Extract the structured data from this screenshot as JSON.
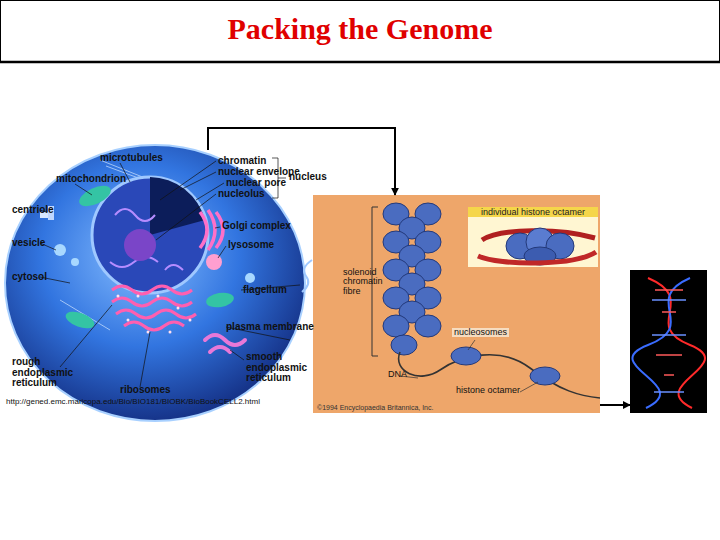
{
  "diagram": {
    "title": "Packing the Genome",
    "nodes": [
      {
        "text": [
          "http://gened.emc.maricopa.edu/Bio/BIO181/BIOBK/BioBookCELL2.html"
        ]
      },
      {
        "text": [
          "©1994 Encyclopaedia Britannica, Inc."
        ]
      },
      {
        "text": [
          "individual histone octamer"
        ],
        "in": 1
      },
      {
        "text": []
      }
    ],
    "edges": [
      {
        "from": 0,
        "to": 1,
        "arrow": "to"
      },
      {
        "from": 1,
        "to": 3,
        "arrow": "to"
      }
    ],
    "labels": [
      "microtubules",
      "mitochondrion",
      "centriole",
      "vesicle",
      "cytosol",
      "chromatin",
      "nuclear envelope",
      "nuclear pore",
      "nucleolus",
      "nucleus",
      "Golgi complex",
      "lysosome",
      "flagellum",
      "plasma membrane",
      "rough endoplasmic reticulum",
      "ribosomes",
      "smooth endoplasmic reticulum",
      "solenoid chromatin fibre",
      "nucleosomes",
      "DNA",
      "histone octamer"
    ]
  }
}
